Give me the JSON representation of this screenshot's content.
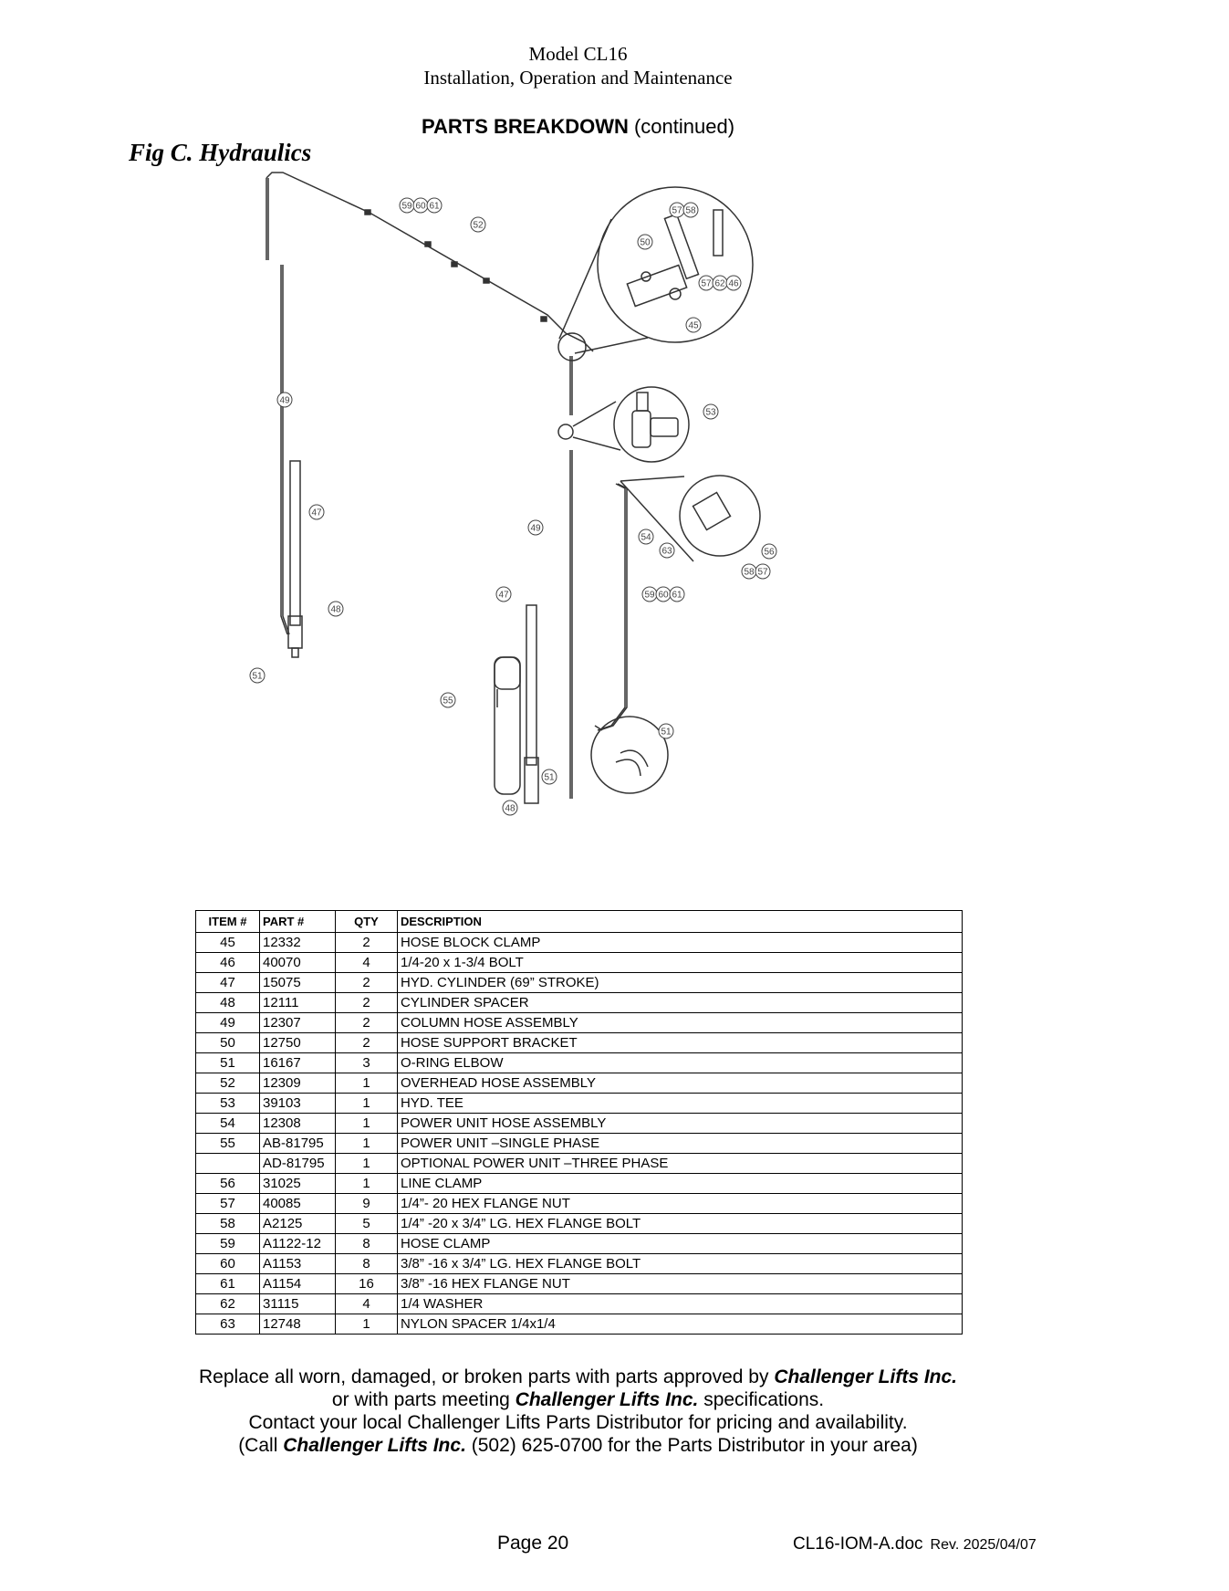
{
  "header": {
    "model": "Model CL16",
    "subtitle": "Installation, Operation and Maintenance"
  },
  "section": {
    "title_bold": "PARTS BREAKDOWN",
    "title_rest": "(continued)"
  },
  "figure": {
    "title": "Fig C.  Hydraulics",
    "callouts": [
      "59",
      "60",
      "61",
      "52",
      "57",
      "58",
      "50",
      "57",
      "62",
      "46",
      "45",
      "53",
      "49",
      "47",
      "48",
      "51",
      "49",
      "54",
      "63",
      "56",
      "58",
      "57",
      "59",
      "60",
      "61",
      "47",
      "55",
      "51",
      "48",
      "51"
    ]
  },
  "table": {
    "headers": {
      "item": "ITEM #",
      "part": "PART #",
      "qty": "QTY",
      "description": "DESCRIPTION"
    },
    "rows": [
      {
        "item": "45",
        "part": "12332",
        "qty": "2",
        "description": "HOSE BLOCK CLAMP"
      },
      {
        "item": "46",
        "part": "40070",
        "qty": "4",
        "description": "1/4-20 x 1-3/4 BOLT"
      },
      {
        "item": "47",
        "part": "15075",
        "qty": "2",
        "description": "HYD. CYLINDER (69” STROKE)"
      },
      {
        "item": "48",
        "part": "12111",
        "qty": "2",
        "description": "CYLINDER SPACER"
      },
      {
        "item": "49",
        "part": "12307",
        "qty": "2",
        "description": "COLUMN HOSE ASSEMBLY"
      },
      {
        "item": "50",
        "part": "12750",
        "qty": "2",
        "description": "HOSE SUPPORT BRACKET"
      },
      {
        "item": "51",
        "part": "16167",
        "qty": "3",
        "description": "O-RING ELBOW"
      },
      {
        "item": "52",
        "part": "12309",
        "qty": "1",
        "description": "OVERHEAD HOSE ASSEMBLY"
      },
      {
        "item": "53",
        "part": "39103",
        "qty": "1",
        "description": "HYD. TEE"
      },
      {
        "item": "54",
        "part": "12308",
        "qty": "1",
        "description": "POWER UNIT HOSE ASSEMBLY"
      },
      {
        "item": "55",
        "part": "AB-81795",
        "qty": "1",
        "description": "POWER UNIT –SINGLE PHASE"
      },
      {
        "item": "",
        "part": "AD-81795",
        "qty": "1",
        "description": "OPTIONAL POWER UNIT –THREE PHASE"
      },
      {
        "item": "56",
        "part": "31025",
        "qty": "1",
        "description": "LINE CLAMP"
      },
      {
        "item": "57",
        "part": "40085",
        "qty": "9",
        "description": "1/4”- 20 HEX FLANGE NUT"
      },
      {
        "item": "58",
        "part": "A2125",
        "qty": "5",
        "description": "1/4” -20 x 3/4” LG. HEX FLANGE BOLT"
      },
      {
        "item": "59",
        "part": "A1122-12",
        "qty": "8",
        "description": "HOSE CLAMP"
      },
      {
        "item": "60",
        "part": "A1153",
        "qty": "8",
        "description": "3/8” -16 x 3/4” LG. HEX FLANGE BOLT"
      },
      {
        "item": "61",
        "part": "A1154",
        "qty": "16",
        "description": "3/8” -16 HEX FLANGE NUT"
      },
      {
        "item": "62",
        "part": "31115",
        "qty": "4",
        "description": "1/4 WASHER"
      },
      {
        "item": "63",
        "part": "12748",
        "qty": "1",
        "description": "NYLON SPACER 1/4x1/4"
      }
    ]
  },
  "notes": {
    "line1_a": "Replace all worn, damaged, or broken parts with parts approved by ",
    "company": "Challenger Lifts Inc.",
    "line2_a": "or with parts meeting ",
    "line2_b": " specifications.",
    "line3": "Contact your local Challenger Lifts Parts Distributor for pricing and availability.",
    "line4_a": "(Call ",
    "line4_b": " (502) 625-0700 for the Parts Distributor in your area)"
  },
  "footer": {
    "page": "Page 20",
    "doc": "CL16-IOM-A.doc",
    "rev": "Rev. 2025/04/07"
  }
}
